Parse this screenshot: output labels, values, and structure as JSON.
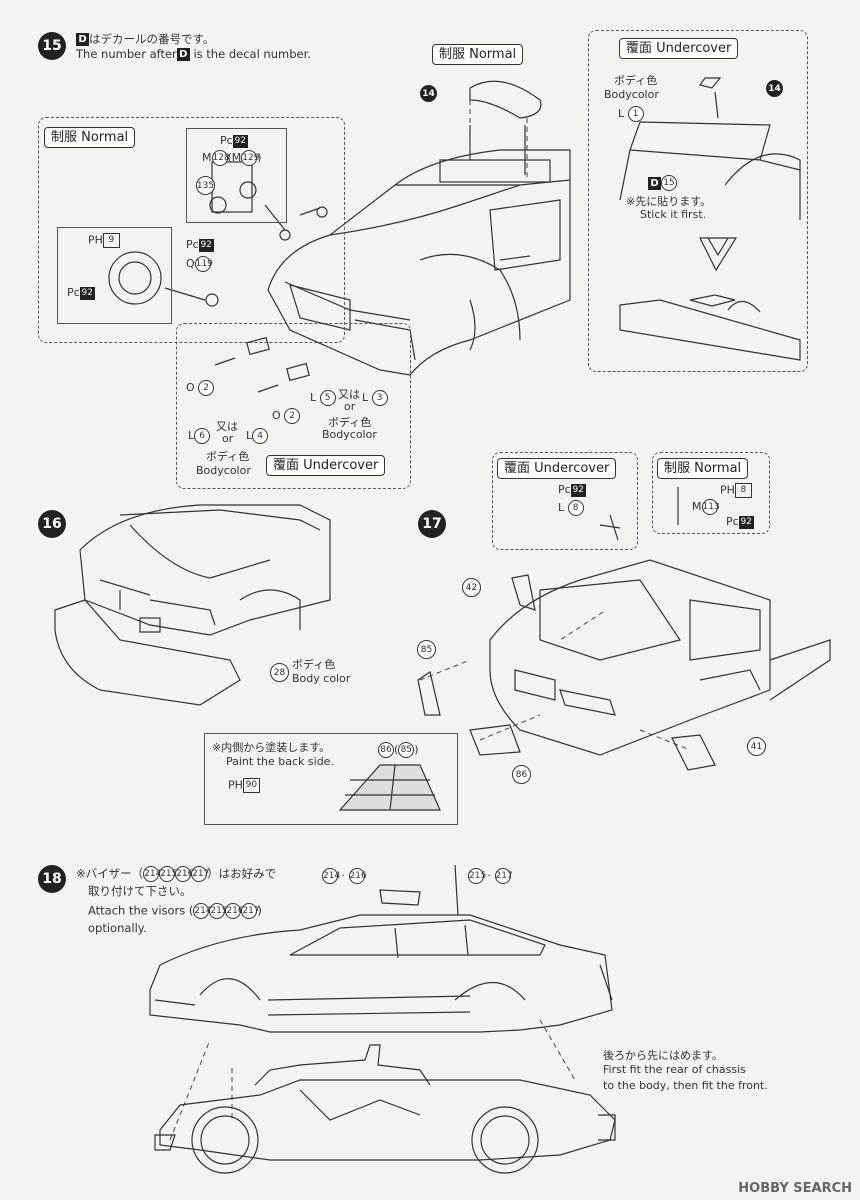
{
  "step15": {
    "number": "15",
    "intro_jp": "はデカールの番号です。",
    "intro_en_a": "The number after",
    "intro_en_b": "is the decal number.",
    "d_badge": "D",
    "normal_tag": "制服 Normal",
    "normal_tag_top": "制服 Normal",
    "undercover_tag": "覆面 Undercover",
    "undercover_tag_top": "覆面 Undercover",
    "ref14": "14",
    "ref14b": "14",
    "parts": {
      "pc92_a": "92",
      "m128": "128",
      "m129": "129",
      "n135": "135",
      "ph9": "9",
      "pc92_b": "92",
      "pc92_c": "92",
      "q119": "119",
      "o2_a": "2",
      "o2_b": "2",
      "l5": "5",
      "l3": "3",
      "l6": "6",
      "l4": "4"
    },
    "or_jp": "又は",
    "or_en": "or",
    "bodycolor_jp": "ボディ色",
    "bodycolor_en": "Bodycolor",
    "bodycolor_jp_b": "ボディ色",
    "bodycolor_en_b": "Bodycolor",
    "or_jp_b": "又は",
    "or_en_b": "or",
    "uc_bodycolor_jp": "ボディ色",
    "uc_bodycolor_en": "Bodycolor",
    "uc_l1": "1",
    "uc_d15": "15",
    "uc_note_jp": "※先に貼ります。",
    "uc_note_en": "Stick it first."
  },
  "step16": {
    "number": "16",
    "part28": "28",
    "bodycolor_jp": "ボディ色",
    "bodycolor_en": "Body color"
  },
  "step17": {
    "number": "17",
    "uc_tag": "覆面 Undercover",
    "n_tag": "制服 Normal",
    "uc_pc": "92",
    "uc_l": "8",
    "n_ph": "8",
    "n_m": "113",
    "n_pc": "92",
    "p42": "42",
    "p85": "85",
    "p86": "86",
    "p41": "41",
    "paint_jp": "※内側から塗装します。",
    "paint_en": "Paint the back side.",
    "paint_ref_a": "86",
    "paint_ref_b": "85",
    "paint_ph": "90"
  },
  "step18": {
    "number": "18",
    "visor_jp_a": "※バイザー（",
    "visor_jp_b": "）はお好みで",
    "visor_jp_c": "取り付けて下さい。",
    "visor_en_a": "Attach the visors (",
    "visor_en_b": ")",
    "visor_en_c": "optionally.",
    "visors": [
      "214",
      "215",
      "216",
      "217"
    ],
    "top_left": [
      "214",
      "216"
    ],
    "top_right": [
      "215",
      "217"
    ],
    "fit_jp": "後ろから先にはめます。",
    "fit_en_a": "First fit the rear of chassis",
    "fit_en_b": "to the body, then fit the front."
  },
  "letters": {
    "pc": "Pc",
    "ph": "PH",
    "m": "M",
    "q": "Q",
    "o": "O",
    "l": "L",
    "d": "D"
  },
  "watermark": "HOBBY SEARCH"
}
